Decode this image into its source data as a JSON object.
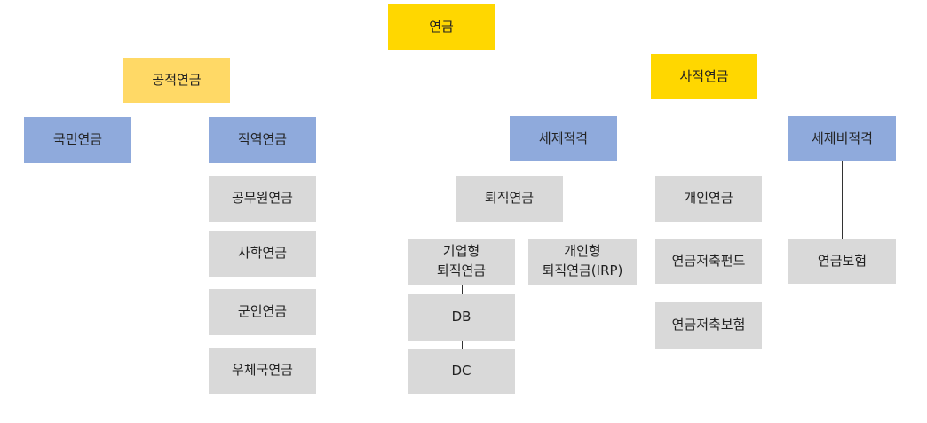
{
  "root": {
    "label": "연금"
  },
  "public": {
    "label": "공적연금",
    "national": {
      "label": "국민연금"
    },
    "occupational": {
      "label": "직역연금",
      "items": [
        {
          "label": "공무원연금"
        },
        {
          "label": "사학연금"
        },
        {
          "label": "군인연금"
        },
        {
          "label": "우체국연금"
        }
      ]
    }
  },
  "private": {
    "label": "사적연금",
    "qualified": {
      "label": "세제적격",
      "retirement": {
        "label": "퇴직연금",
        "corporate": {
          "label": "기업형\n퇴직연금",
          "db": "DB",
          "dc": "DC"
        },
        "irp": {
          "label": "개인형\n퇴직연금(IRP)"
        }
      },
      "personal": {
        "label": "개인연금",
        "fund": "연금저축펀드",
        "insurance": "연금저축보험"
      }
    },
    "nonqualified": {
      "label": "세제비적격",
      "insurance": "연금보험"
    }
  },
  "colors": {
    "root": "#ffd700",
    "level1_public": "#ffd966",
    "level1_private": "#ffd700",
    "category": "#8faadc",
    "leaf": "#d9d9d9"
  }
}
